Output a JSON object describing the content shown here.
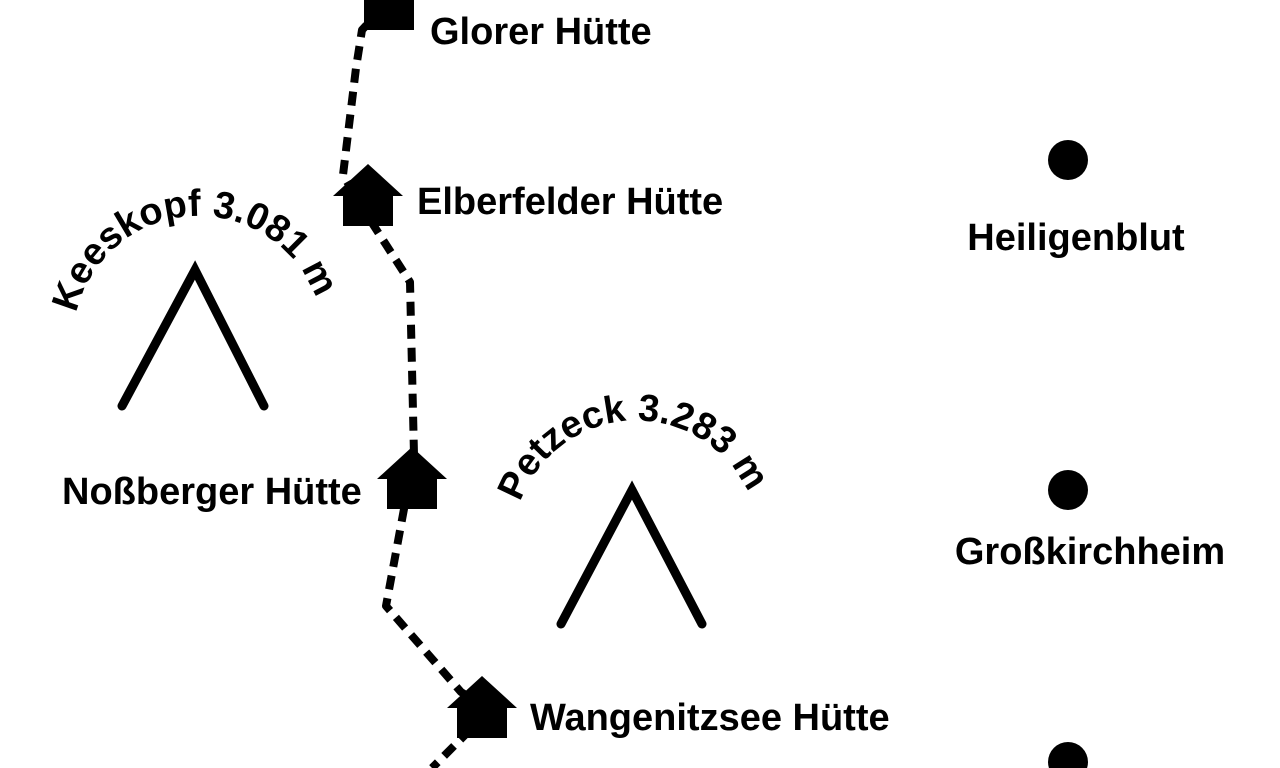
{
  "map": {
    "huts": [
      {
        "name": "Glorer Hütte"
      },
      {
        "name": "Elberfelder Hütte"
      },
      {
        "name": "Noßberger Hütte"
      },
      {
        "name": "Wangenitzsee Hütte"
      }
    ],
    "peaks": [
      {
        "name": "Keeskopf 3.081 m"
      },
      {
        "name": "Petzeck 3.283 m"
      }
    ],
    "towns": [
      {
        "name": "Heiligenblut"
      },
      {
        "name": "Großkirchheim"
      }
    ],
    "icons": {
      "hut": "hut-icon",
      "peak": "mountain-peak-icon",
      "town": "town-dot-icon"
    },
    "colors": {
      "ink": "#000000",
      "background": "#ffffff"
    }
  }
}
